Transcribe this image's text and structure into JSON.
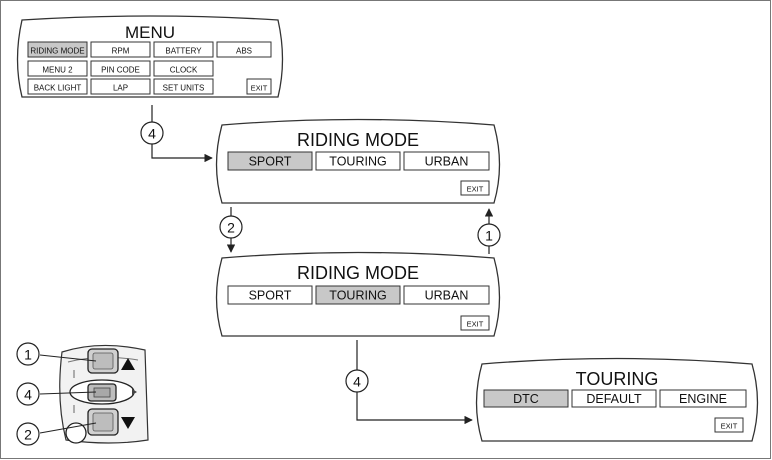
{
  "menu": {
    "title": "MENU",
    "items": [
      "RIDING MODE",
      "RPM",
      "BATTERY",
      "ABS",
      "MENU 2",
      "PIN CODE",
      "CLOCK",
      "BACK LIGHT",
      "LAP",
      "SET UNITS"
    ],
    "selected_index": 0,
    "exit_label": "EXIT"
  },
  "riding_mode_sport": {
    "title": "RIDING MODE",
    "options": [
      "SPORT",
      "TOURING",
      "URBAN"
    ],
    "selected_index": 0,
    "exit_label": "EXIT"
  },
  "riding_mode_touring": {
    "title": "RIDING MODE",
    "options": [
      "SPORT",
      "TOURING",
      "URBAN"
    ],
    "selected_index": 1,
    "exit_label": "EXIT"
  },
  "touring": {
    "title": "TOURING",
    "options": [
      "DTC",
      "DEFAULT",
      "ENGINE"
    ],
    "selected_index": 0,
    "exit_label": "EXIT"
  },
  "step_labels": {
    "menu_to_riding": "4",
    "sport_to_touring": "2",
    "touring_to_sport": "1",
    "touring_to_submenu": "4"
  },
  "switch_callouts": {
    "up": "1",
    "select": "4",
    "down": "2"
  },
  "colors": {
    "selected_fill": "#c8c8c8",
    "line": "#222222"
  }
}
